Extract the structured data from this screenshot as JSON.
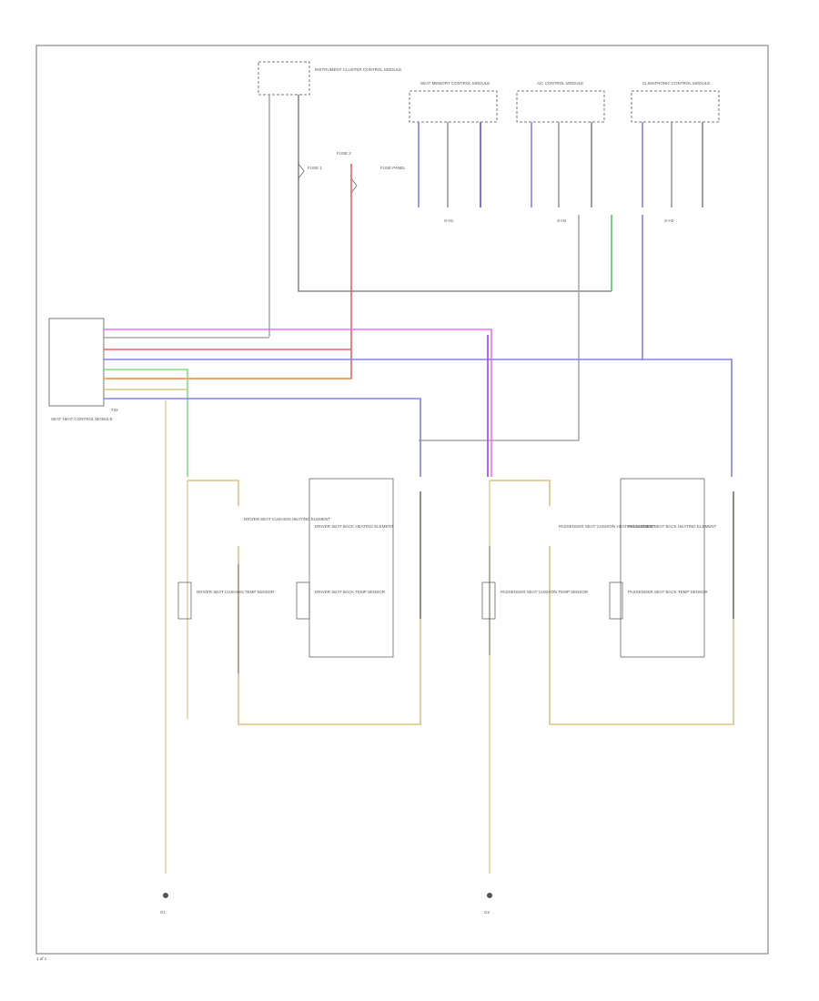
{
  "colors": {
    "pink": "#f070f0",
    "violet": "#a040f0",
    "red": "#f06060",
    "blue": "#6060f0",
    "green": "#60d060",
    "orange": "#f0a050",
    "tan": "#d8c880",
    "gray": "#999999",
    "black": "#555555"
  },
  "components": {
    "main_module": "SEAT HEAT CONTROL MODULE",
    "main_module_conn": "T32",
    "top_module": "INSTRUMENT CLUSTER CONTROL MODULE",
    "module_1": "SEAT MEMORY CONTROL MODULE",
    "module_2": "A/C CONTROL MODULE",
    "module_3": "CLIMATRONIC CONTROL MODULE",
    "fuse_1": "FUSE 1",
    "fuse_2": "FUSE 2",
    "fuse_note": "FUSE PANEL",
    "splice_1": "S-H1",
    "splice_2": "S-H2",
    "splice_3": "S-H3",
    "drv_cushion": "DRIVER SEAT CUSHION HEATING ELEMENT",
    "drv_back": "DRIVER SEAT BACK HEATING ELEMENT",
    "drv_cushion_sensor": "DRIVER SEAT CUSHION TEMP SENSOR",
    "drv_back_sensor": "DRIVER SEAT BACK TEMP SENSOR",
    "pass_cushion": "PASSENGER SEAT CUSHION HEATING ELEMENT",
    "pass_back": "PASSENGER SEAT BACK HEATING ELEMENT",
    "pass_cushion_sensor": "PASSENGER SEAT CUSHION TEMP SENSOR",
    "pass_back_sensor": "PASSENGER SEAT BACK TEMP SENSOR",
    "ground_1": "G1",
    "ground_2": "G2",
    "footer": "1 of 1"
  }
}
